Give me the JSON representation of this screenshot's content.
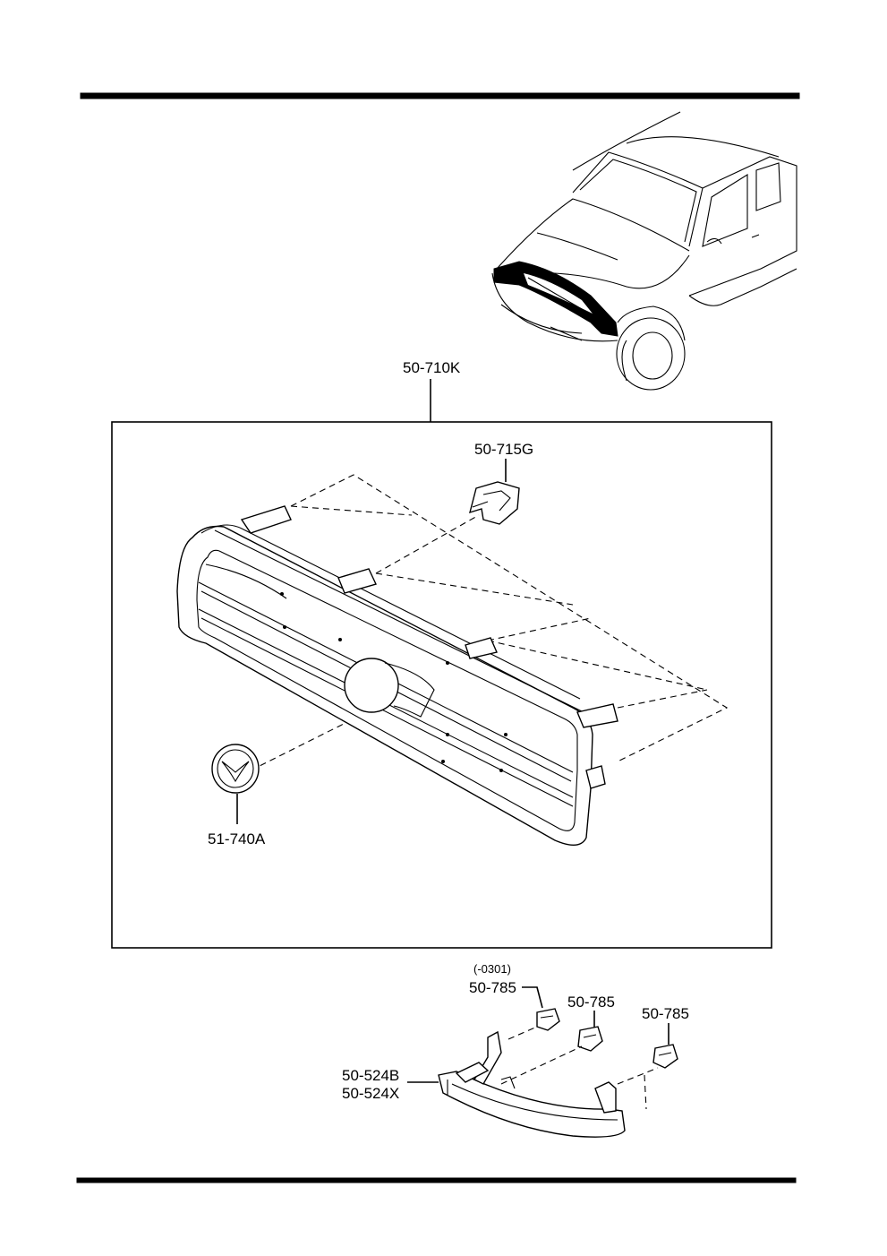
{
  "diagram": {
    "labels": {
      "grille_assembly": "50-710K",
      "grille_clip": "50-715G",
      "emblem": "51-740A",
      "serial_note": "(-0301)",
      "fastener_a": "50-785",
      "fastener_b": "50-785",
      "fastener_c": "50-785",
      "lower_bracket_1": "50-524B",
      "lower_bracket_2": "50-524X"
    }
  }
}
